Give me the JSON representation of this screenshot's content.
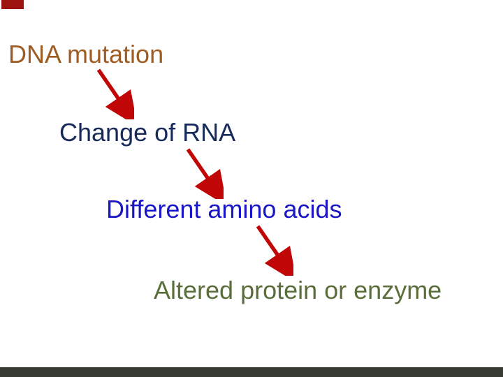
{
  "slide": {
    "background_color": "#ffffff",
    "corner_square_color": "#9c1310",
    "bottom_bar_color": "#383b33",
    "arrow_color": "#c00606",
    "steps": [
      {
        "label": "DNA mutation",
        "color": "#9e5c22"
      },
      {
        "label": "Change of RNA",
        "color": "#182a5a"
      },
      {
        "label": "Different amino acids",
        "color": "#1b16c4"
      },
      {
        "label": "Altered protein or enzyme",
        "color": "#5a6e3b"
      }
    ]
  }
}
